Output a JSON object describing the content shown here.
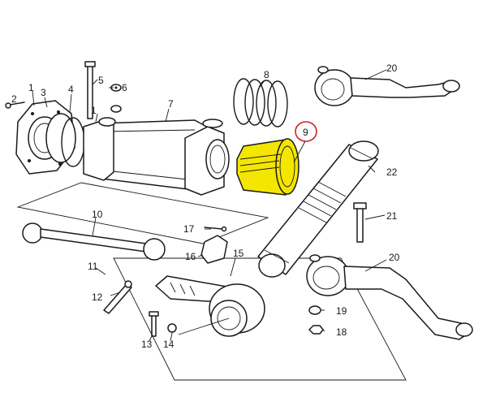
{
  "diagram": {
    "highlight_color": "#f5e600",
    "circle_color": "#d0202a",
    "highlighted_part": "9",
    "labels": {
      "p1a": "1",
      "p1b": "1",
      "p2": "2",
      "p3": "3",
      "p4": "4",
      "p5": "5",
      "p6": "6",
      "p7": "7",
      "p8": "8",
      "p9": "9",
      "p10": "10",
      "p11": "11",
      "p12": "12",
      "p13": "13",
      "p14": "14",
      "p15": "15",
      "p16": "16",
      "p17": "17",
      "p18": "18",
      "p19": "19",
      "p20a": "20",
      "p20b": "20",
      "p21": "21",
      "p22": "22"
    }
  }
}
